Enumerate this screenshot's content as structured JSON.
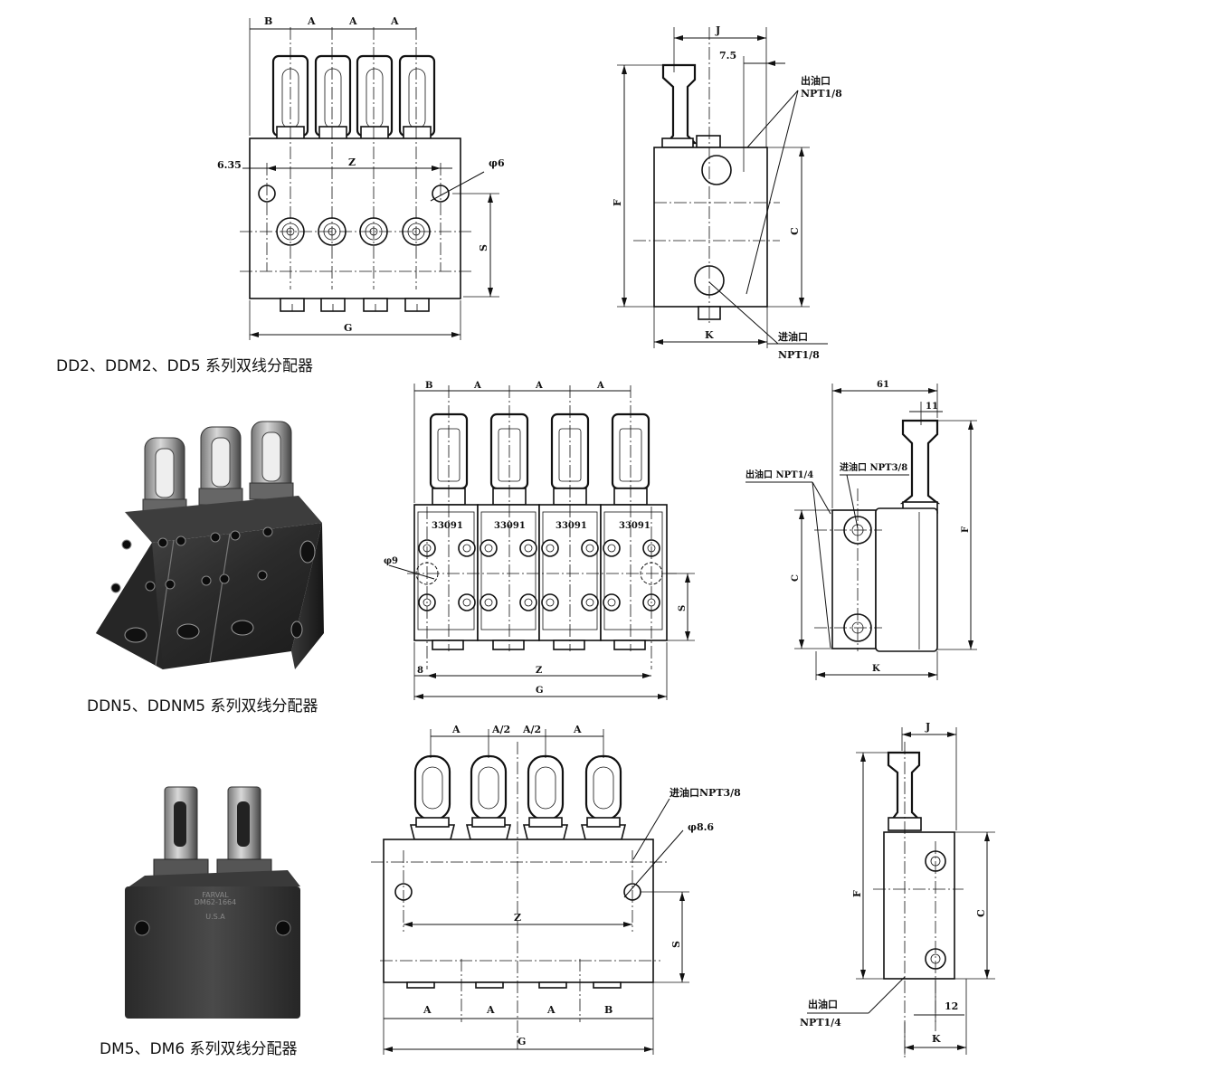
{
  "captions": {
    "dd2": "DD2、DDM2、DD5 系列双线分配器",
    "ddn5": "DDN5、DDNM5 系列双线分配器",
    "dm5": "DM5、DM6 系列双线分配器"
  },
  "fig1_front": {
    "B": "B",
    "A": "A",
    "d635": "6.35",
    "Z": "Z",
    "phi6": "φ6",
    "S": "S",
    "G": "G"
  },
  "fig1_side": {
    "J": "J",
    "d75": "7.5",
    "outlet": "出油口",
    "outlet_thread": "NPT1/8",
    "F": "F",
    "C": "C",
    "K": "K",
    "inlet": "进油口",
    "inlet_thread": "NPT1/8"
  },
  "fig2_front": {
    "B": "B",
    "A": "A",
    "part_no": "33091",
    "phi9": "φ9",
    "S": "S",
    "d8": "8",
    "Z": "Z",
    "G": "G"
  },
  "fig2_side": {
    "d61": "61",
    "d11": "11",
    "outlet": "出油口 NPT1/4",
    "inlet": "进油口 NPT3/8",
    "C": "C",
    "F": "F",
    "K": "K"
  },
  "fig3_front": {
    "A": "A",
    "A2": "A/2",
    "B": "B",
    "inlet": "进油口NPT3/8",
    "phi86": "φ8.6",
    "Z": "Z",
    "S": "S",
    "G": "G"
  },
  "fig3_side": {
    "J": "J",
    "F": "F",
    "C": "C",
    "outlet": "出油口",
    "outlet_thread": "NPT1/4",
    "d12": "12",
    "K": "K"
  },
  "photo_dm": {
    "brand": "FARVAL",
    "model": "DM62-1664",
    "origin": "U.S.A"
  },
  "colors": {
    "ink": "#111111",
    "metal_dark": "#2a2a2a",
    "metal_mid": "#555555",
    "paper": "#ffffff"
  }
}
